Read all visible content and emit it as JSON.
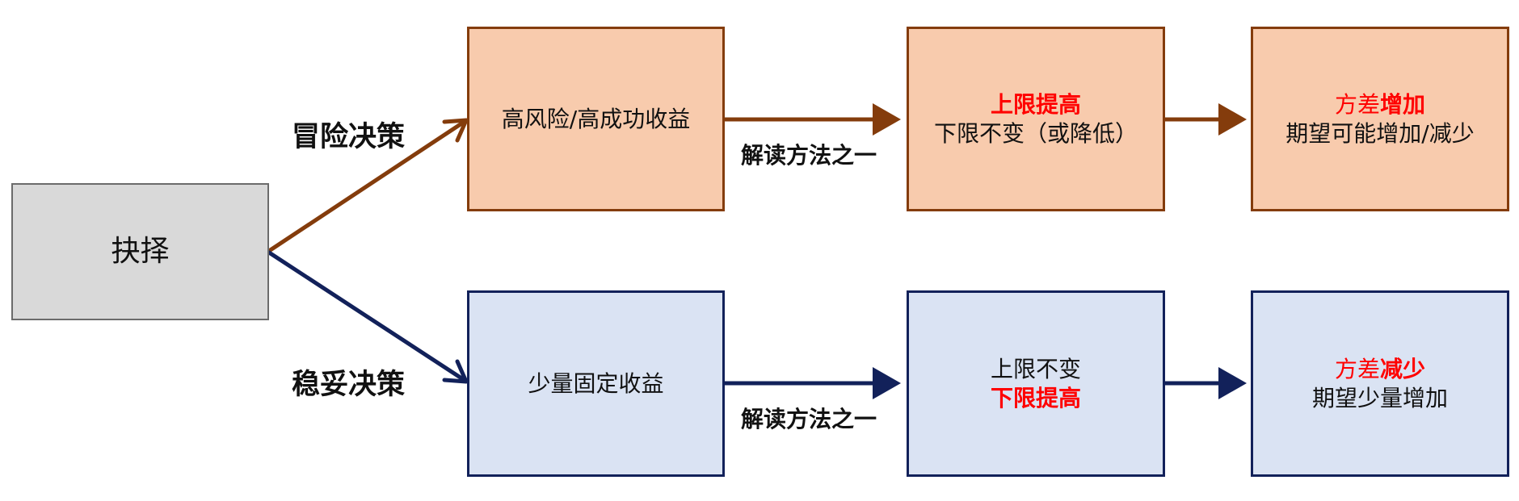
{
  "choice": {
    "label": "抉择"
  },
  "risky": {
    "branch_label": "冒险决策",
    "option": "高风险/高成功收益",
    "edge_label": "解读方法之一",
    "bounds": {
      "line1": "上限提高",
      "line2": "下限不变（或降低）"
    },
    "outcome": {
      "line1_prefix": "方差",
      "line1_emph": "增加",
      "line2": "期望可能增加/减少"
    }
  },
  "stable": {
    "branch_label": "稳妥决策",
    "option": "少量固定收益",
    "edge_label": "解读方法之一",
    "bounds": {
      "line1": "上限不变",
      "line2": "下限提高"
    },
    "outcome": {
      "line1_prefix": "方差",
      "line1_emph": "减少",
      "line2": "期望少量增加"
    }
  },
  "colors": {
    "risk_fill": "#f8cbad",
    "risk_stroke": "#843c0c",
    "safe_fill": "#dae3f3",
    "safe_stroke": "#12215a",
    "highlight": "#ff0000",
    "choice_fill": "#d9d9d9"
  }
}
